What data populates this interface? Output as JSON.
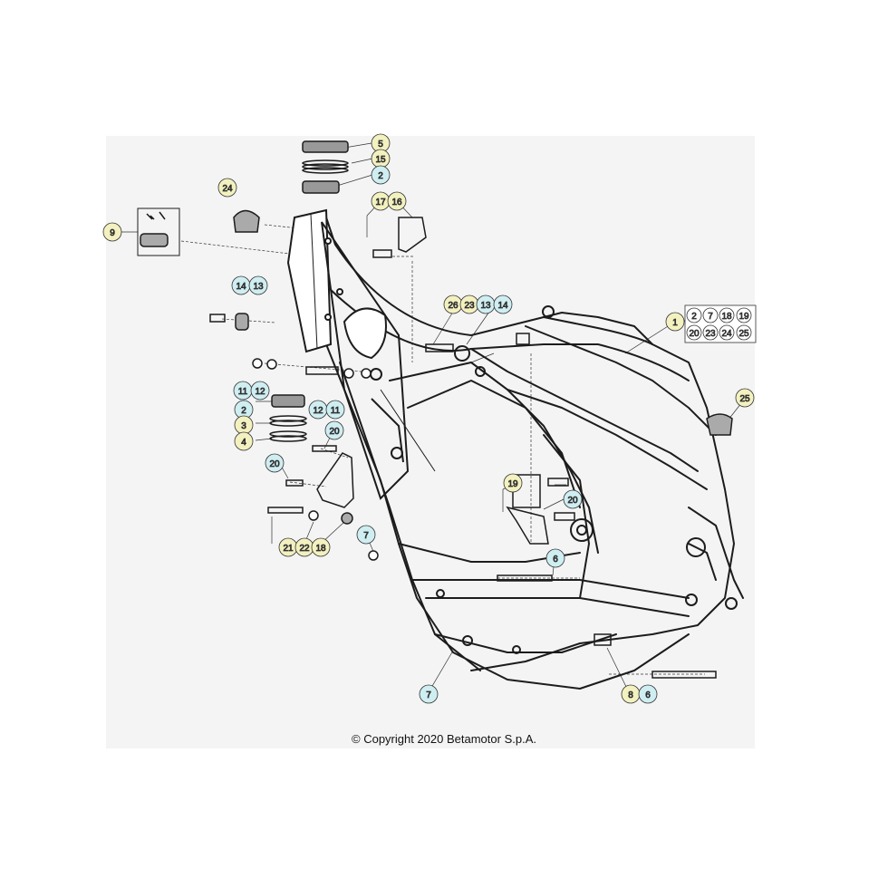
{
  "copyright": "© Copyright 2020 Betamotor S.p.A.",
  "colors": {
    "callout_yellow": "#f3f1bf",
    "callout_cyan": "#cfeef2",
    "panel": "#f4f4f4",
    "ink": "#1c1c1c"
  },
  "callouts": {
    "c5": "5",
    "c15": "15",
    "c2_top": "2",
    "c24": "24",
    "c9": "9",
    "c17": "17",
    "c16": "16",
    "c14_left": "14",
    "c13_left": "13",
    "c26": "26",
    "c23": "23",
    "c13_mid": "13",
    "c14_mid": "14",
    "c1": "1",
    "c11_left": "11",
    "c12_left": "12",
    "c2_mid": "2",
    "c3": "3",
    "c4": "4",
    "c12_mid": "12",
    "c11_mid": "11",
    "c20_a": "20",
    "c20_b": "20",
    "c25": "25",
    "c19": "19",
    "c20_c": "20",
    "c7_upper": "7",
    "c21": "21",
    "c22": "22",
    "c18": "18",
    "c6_upper": "6",
    "c7_lower": "7",
    "c8": "8",
    "c6_lower": "6"
  },
  "kit_box": [
    "2",
    "7",
    "18",
    "19",
    "20",
    "23",
    "24",
    "25"
  ]
}
